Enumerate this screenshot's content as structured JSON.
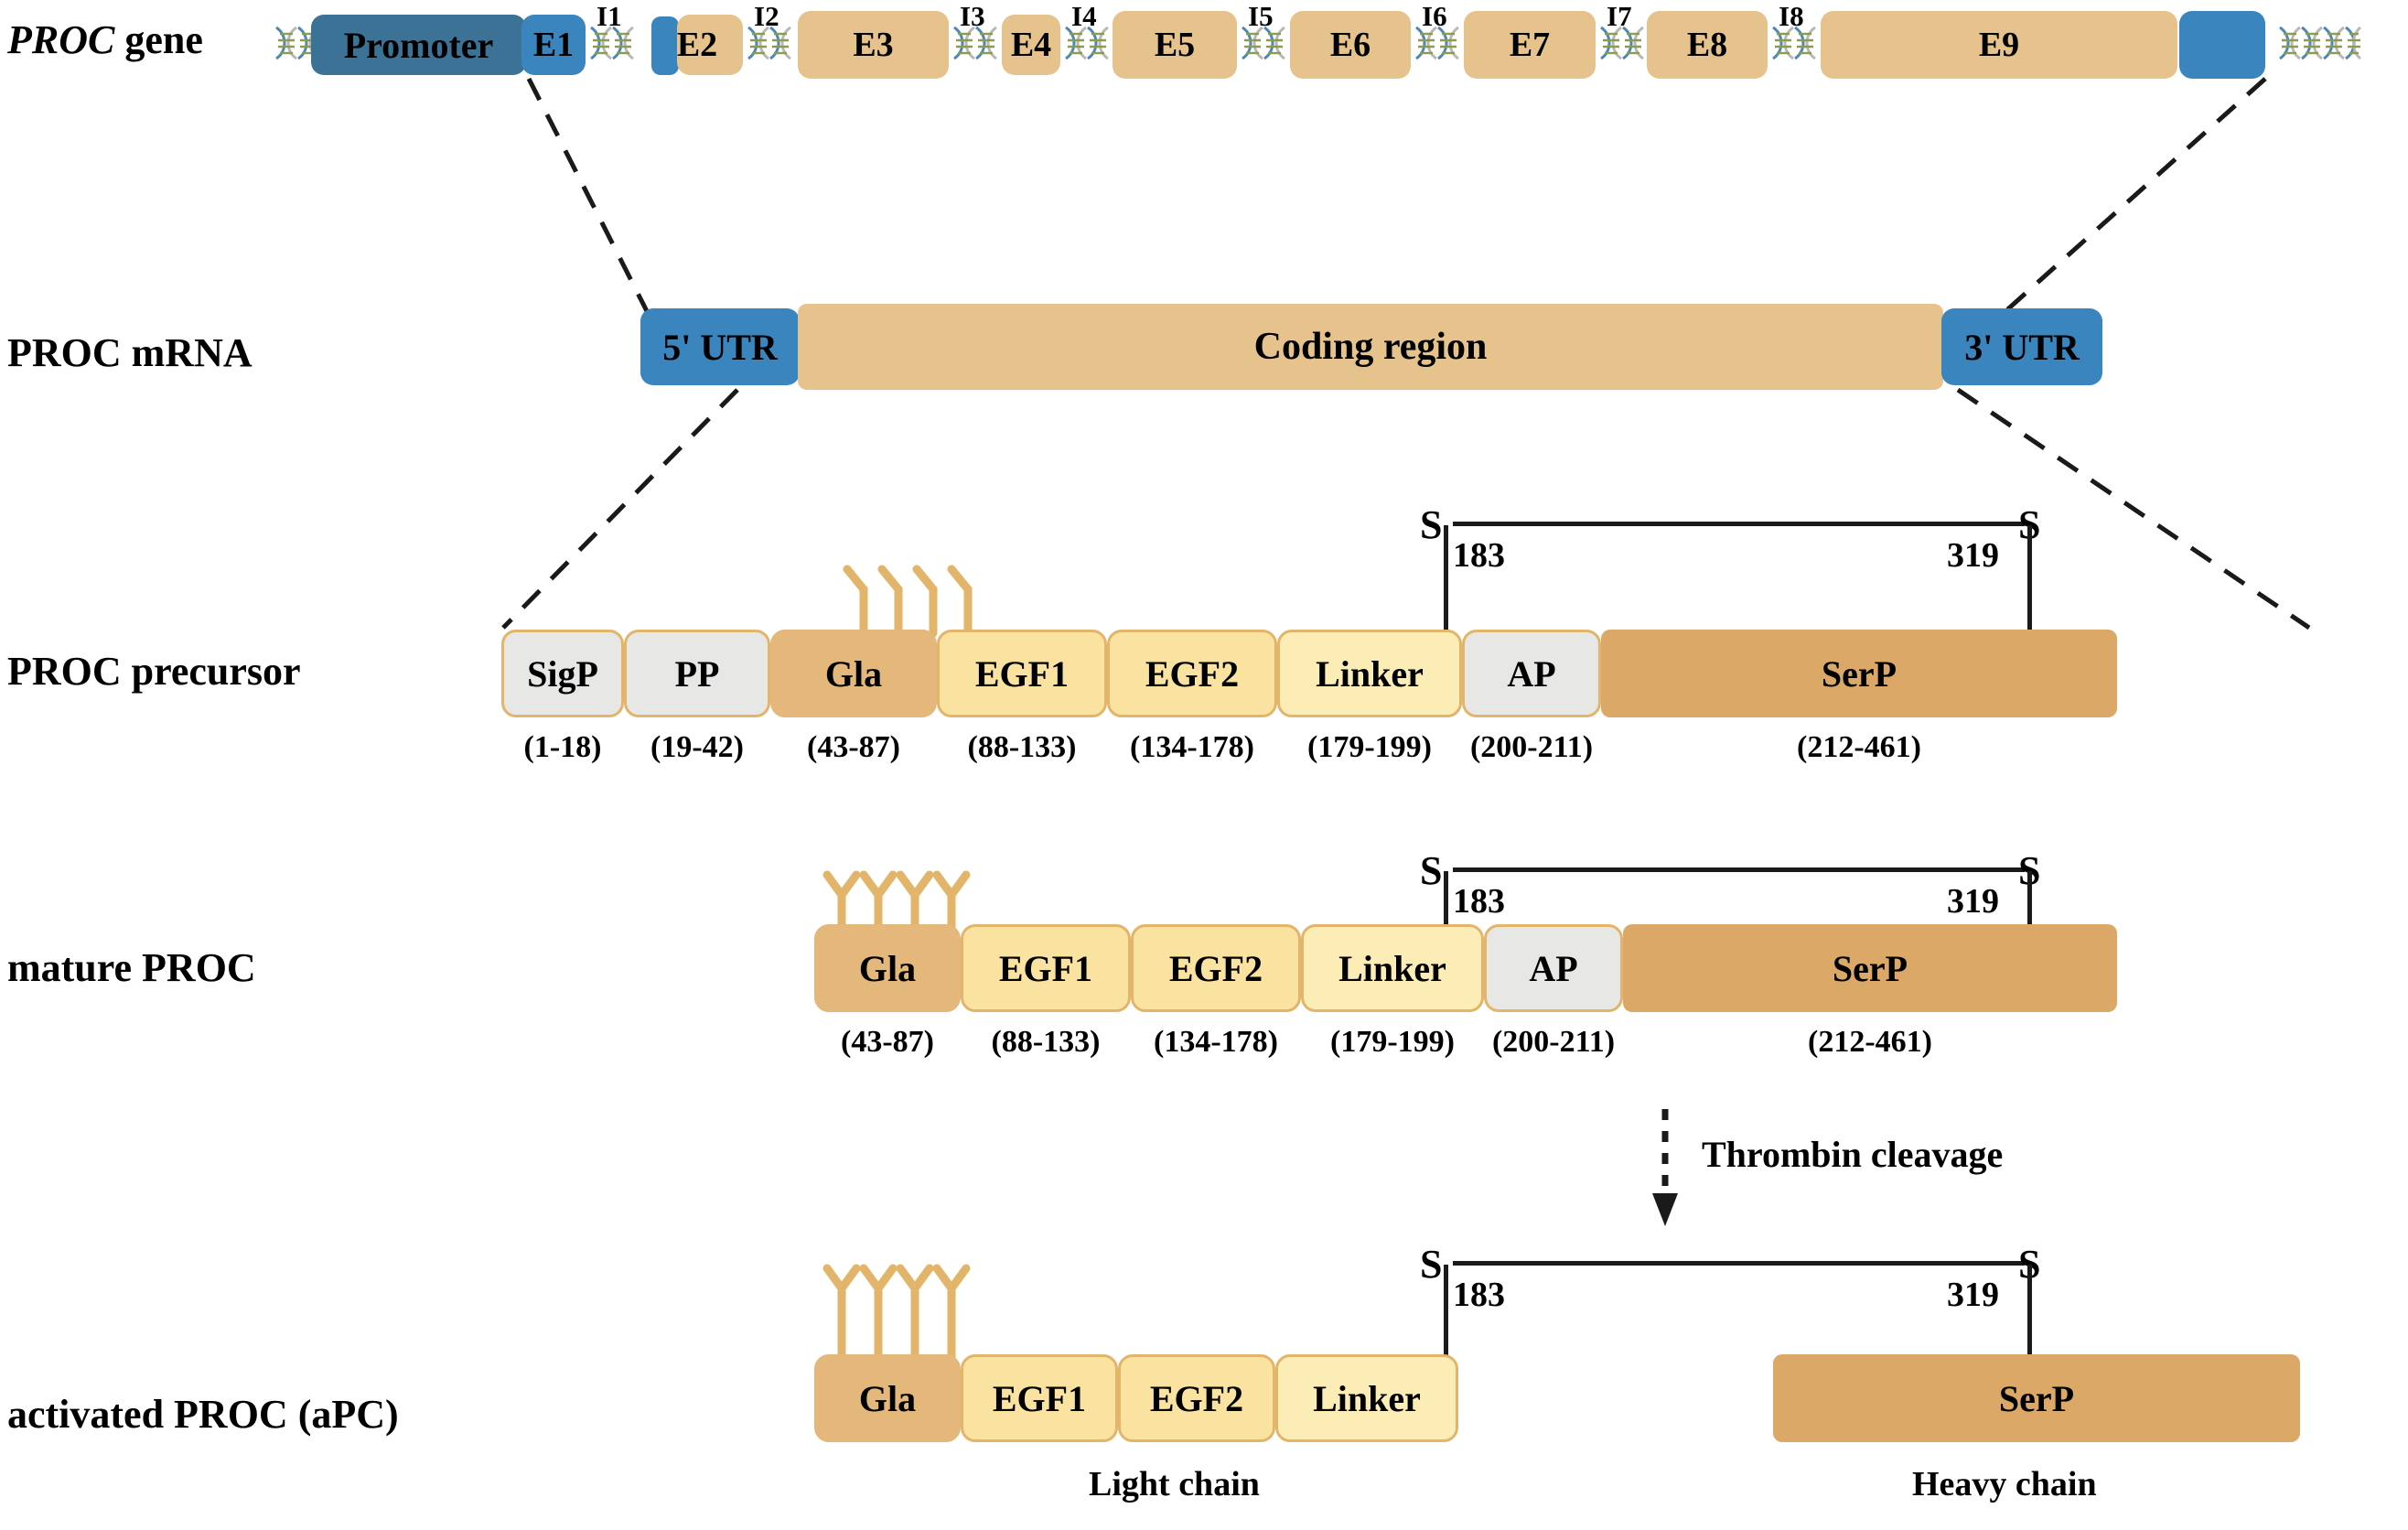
{
  "figure": {
    "title": "PROC gene to activated protein C processing schematic",
    "colors": {
      "promoter": "#3C7296",
      "utr_blue": "#3A85BD",
      "exon_tan": "#E6C28C",
      "gla": "#E3B87A",
      "egf": "#FAE3A0",
      "linker": "#FBEDB5",
      "grey_domain": "#E7E7E6",
      "serine_protease": "#DCA868",
      "domain_border": "#E2B56A",
      "ink": "#1a1a1a"
    }
  },
  "rows": {
    "gene": {
      "label": "PROC gene",
      "label_italic_part": "PROC",
      "label_plain_part": "gene",
      "promoter": "Promoter",
      "exons": [
        "E1",
        "E2",
        "E3",
        "E4",
        "E5",
        "E6",
        "E7",
        "E8",
        "E9"
      ],
      "introns": [
        "I1",
        "I2",
        "I3",
        "I4",
        "I5",
        "I6",
        "I7",
        "I8"
      ]
    },
    "mrna": {
      "label": "PROC mRNA",
      "five_utr": "5' UTR",
      "coding": "Coding region",
      "three_utr": "3' UTR"
    },
    "precursor": {
      "label": "PROC precursor",
      "domains": [
        {
          "name": "SigP",
          "range": "(1-18)"
        },
        {
          "name": "PP",
          "range": "(19-42)"
        },
        {
          "name": "Gla",
          "range": "(43-87)"
        },
        {
          "name": "EGF1",
          "range": "(88-133)"
        },
        {
          "name": "EGF2",
          "range": "(134-178)"
        },
        {
          "name": "Linker",
          "range": "(179-199)"
        },
        {
          "name": "AP",
          "range": "(200-211)"
        },
        {
          "name": "SerP",
          "range": "(212-461)"
        }
      ],
      "disulfide": {
        "left_s": "S",
        "left_num": "183",
        "right_num": "319",
        "right_s": "S"
      }
    },
    "mature": {
      "label": "mature PROC",
      "domains": [
        {
          "name": "Gla",
          "range": "(43-87)"
        },
        {
          "name": "EGF1",
          "range": "(88-133)"
        },
        {
          "name": "EGF2",
          "range": "(134-178)"
        },
        {
          "name": "Linker",
          "range": "(179-199)"
        },
        {
          "name": "AP",
          "range": "(200-211)"
        },
        {
          "name": "SerP",
          "range": "(212-461)"
        }
      ],
      "disulfide": {
        "left_s": "S",
        "left_num": "183",
        "right_num": "319",
        "right_s": "S"
      }
    },
    "cleavage": {
      "text": "Thrombin cleavage"
    },
    "activated": {
      "label": "activated PROC (aPC)",
      "light_chain_domains": [
        "Gla",
        "EGF1",
        "EGF2",
        "Linker"
      ],
      "heavy_chain_domains": [
        "SerP"
      ],
      "light_chain_label": "Light chain",
      "heavy_chain_label": "Heavy chain",
      "disulfide": {
        "left_s": "S",
        "left_num": "183",
        "right_num": "319",
        "right_s": "S"
      }
    }
  }
}
